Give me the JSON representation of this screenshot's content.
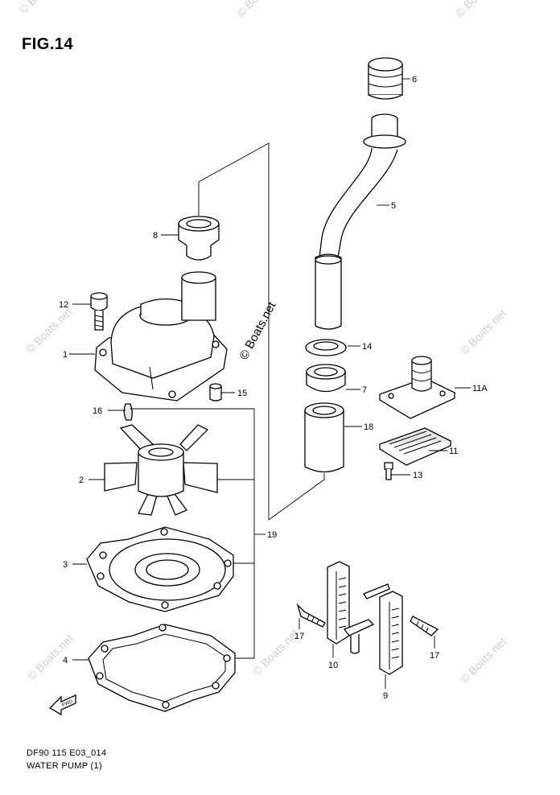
{
  "figure": {
    "title": "FIG.14",
    "code": "DF90 115 E03_014",
    "name": "WATER PUMP (1)"
  },
  "watermark": "© Boats.net",
  "center_watermark": "© Boats.net",
  "fwd_label": "FWD",
  "callouts": {
    "c1": "1",
    "c2": "2",
    "c3": "3",
    "c4": "4",
    "c5": "5",
    "c6": "6",
    "c7": "7",
    "c8": "8",
    "c9": "9",
    "c10": "10",
    "c11": "11",
    "c11a": "11A",
    "c12": "12",
    "c13": "13",
    "c14": "14",
    "c15": "15",
    "c16": "16",
    "c17a": "17",
    "c17b": "17",
    "c18": "18",
    "c19": "19"
  }
}
